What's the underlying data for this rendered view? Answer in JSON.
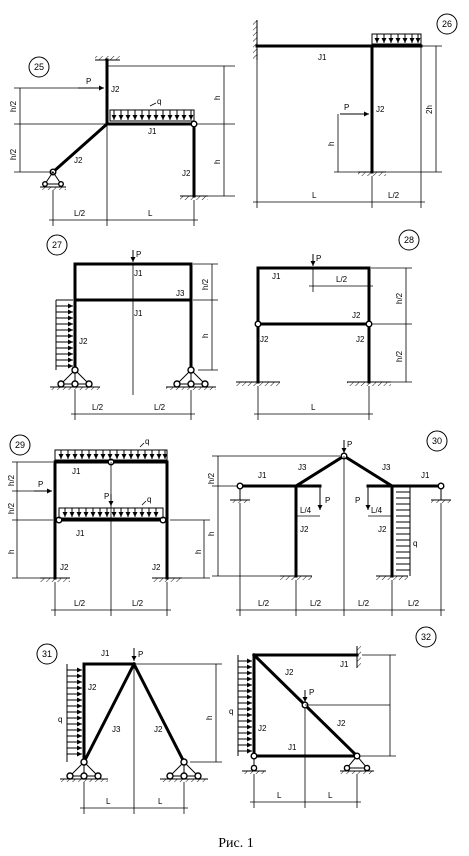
{
  "caption": "Рис. 1",
  "figures": [
    {
      "number": "25",
      "labels": {
        "j1": "J1",
        "j2_top": "J2",
        "j2_diag": "J2",
        "j2_right": "J2",
        "p": "P",
        "q": "q",
        "h": "h",
        "h2_top": "h/2",
        "h2_low": "h/2",
        "h_right": "h",
        "l2": "L/2",
        "l": "L"
      }
    },
    {
      "number": "26",
      "labels": {
        "j1": "J1",
        "j2": "J2",
        "p": "P",
        "h": "h",
        "h2": "2h",
        "l": "L",
        "l2": "L/2"
      }
    },
    {
      "number": "27",
      "labels": {
        "j1_top": "J1",
        "j1_mid": "J1",
        "j3": "J3",
        "j2": "J2",
        "p": "P",
        "h2": "h/2",
        "h": "h",
        "l2a": "L/2",
        "l2b": "L/2"
      }
    },
    {
      "number": "28",
      "labels": {
        "j1": "J1",
        "j2_beam": "J2",
        "j2_left": "J2",
        "j2_right": "J2",
        "p": "P",
        "l2": "L/2",
        "h2a": "h/2",
        "h2b": "h/2",
        "l": "L"
      }
    },
    {
      "number": "29",
      "labels": {
        "q_top": "q",
        "q_mid": "q",
        "j1_top": "J1",
        "j1_mid": "J1",
        "j2_left": "J2",
        "j2_right": "J2",
        "p_left": "P",
        "p_mid": "P",
        "h2a": "h/2",
        "h2b": "h/2",
        "h": "h",
        "h_right": "h",
        "l2a": "L/2",
        "l2b": "L/2"
      }
    },
    {
      "number": "30",
      "labels": {
        "p": "P",
        "p_left": "P",
        "p_right": "P",
        "j1_left": "J1",
        "j1_right": "J1",
        "j3_left": "J3",
        "j3_right": "J3",
        "j2_left": "J2",
        "j2_right": "J2",
        "q": "q",
        "h2": "h/2",
        "h": "h",
        "l4a": "L/4",
        "l4b": "L/4",
        "l2a": "L/2",
        "l2b": "L/2",
        "l2c": "L/2",
        "l2d": "L/2"
      }
    },
    {
      "number": "31",
      "labels": {
        "j1": "J1",
        "j2_left": "J2",
        "j3": "J3",
        "j2_right": "J2",
        "p": "P",
        "q": "q",
        "h": "h",
        "la": "L",
        "lb": "L"
      }
    },
    {
      "number": "32",
      "labels": {
        "j1_top": "J1",
        "j2_diag_top": "J2",
        "j2_left": "J2",
        "j2_diag_low": "J2",
        "j1_bottom": "J1",
        "p": "P",
        "q": "q",
        "la": "L",
        "lb": "L"
      }
    }
  ]
}
